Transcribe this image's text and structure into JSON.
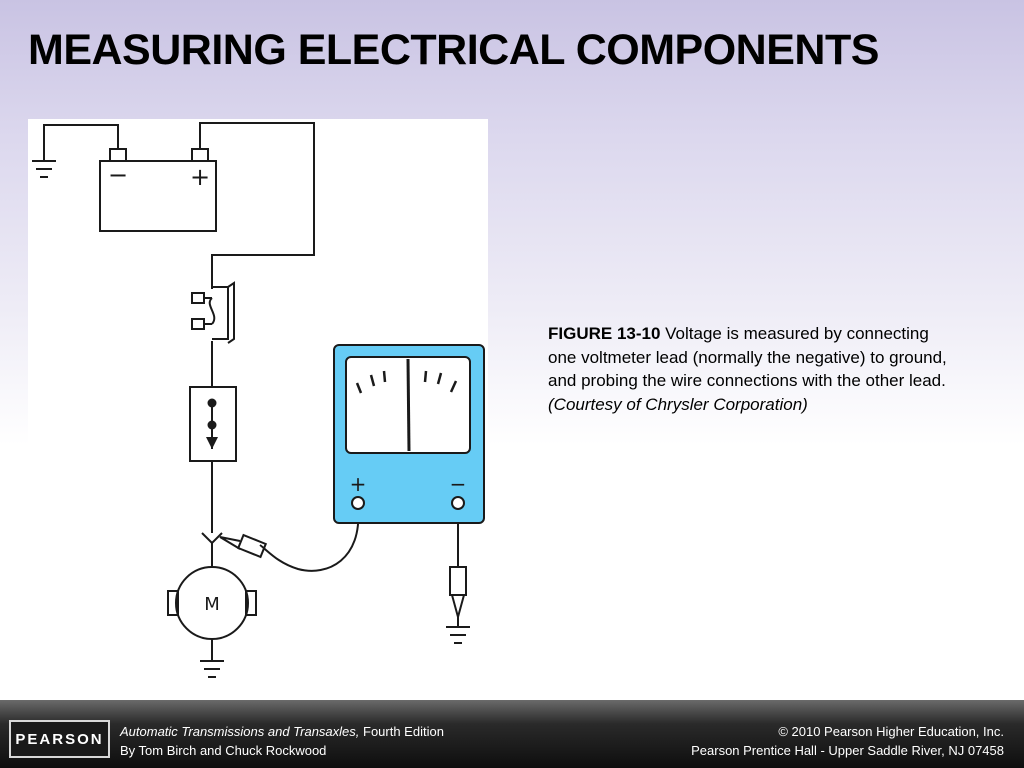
{
  "slide": {
    "title": "MEASURING ELECTRICAL COMPONENTS"
  },
  "figure": {
    "battery_negative": "−",
    "battery_positive": "+",
    "meter_positive": "+",
    "meter_negative": "−",
    "motor_label": "M",
    "meter_color": "#66ccf5"
  },
  "caption": {
    "label": "FIGURE 13-10",
    "text": " Voltage is measured by connecting one voltmeter lead (normally the negative) to ground, and probing the wire connections with the other lead. ",
    "credit": "(Courtesy of Chrysler Corporation)"
  },
  "footer": {
    "logo": "PEARSON",
    "book_title": "Automatic Transmissions and Transaxles,",
    "edition": " Fourth Edition",
    "authors": "By Tom Birch and Chuck Rockwood",
    "copyright": "© 2010 Pearson Higher Education, Inc.",
    "publisher": "Pearson Prentice Hall - Upper Saddle River, NJ 07458"
  }
}
